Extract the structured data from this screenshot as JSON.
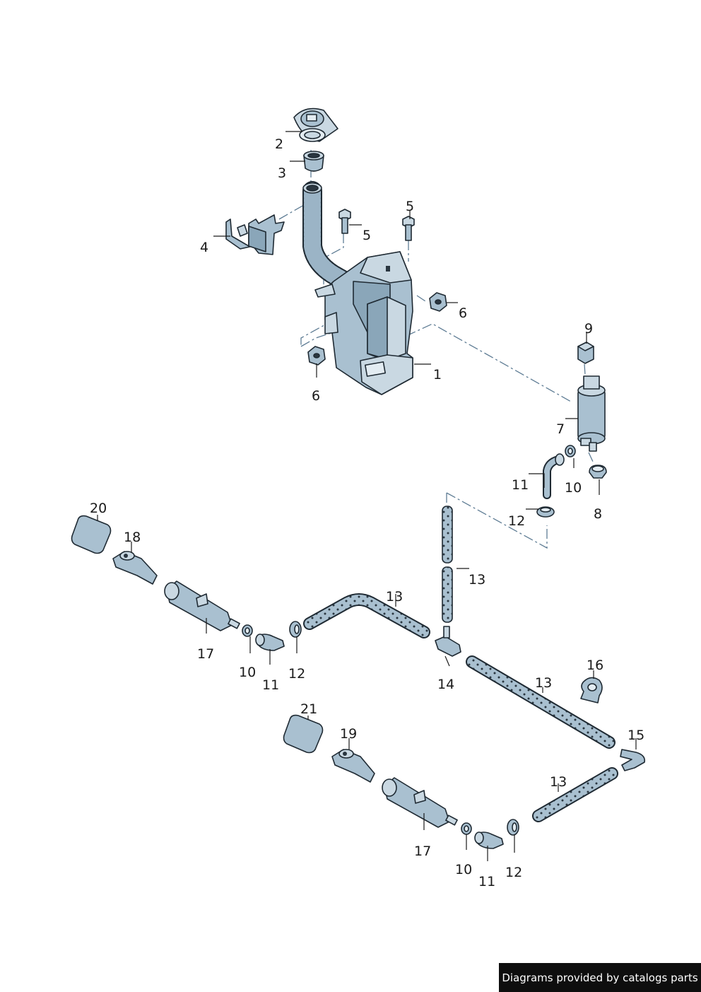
{
  "labels": [
    {
      "id": "1",
      "text": "1"
    },
    {
      "id": "2",
      "text": "2"
    },
    {
      "id": "3",
      "text": "3"
    },
    {
      "id": "4",
      "text": "4"
    },
    {
      "id": "5a",
      "text": "5"
    },
    {
      "id": "5b",
      "text": "5"
    },
    {
      "id": "6a",
      "text": "6"
    },
    {
      "id": "6b",
      "text": "6"
    },
    {
      "id": "7",
      "text": "7"
    },
    {
      "id": "8",
      "text": "8"
    },
    {
      "id": "9",
      "text": "9"
    },
    {
      "id": "10a",
      "text": "10"
    },
    {
      "id": "10b",
      "text": "10"
    },
    {
      "id": "10c",
      "text": "10"
    },
    {
      "id": "11a",
      "text": "11"
    },
    {
      "id": "11b",
      "text": "11"
    },
    {
      "id": "11c",
      "text": "11"
    },
    {
      "id": "12a",
      "text": "12"
    },
    {
      "id": "12b",
      "text": "12"
    },
    {
      "id": "12c",
      "text": "12"
    },
    {
      "id": "13a",
      "text": "13"
    },
    {
      "id": "13b",
      "text": "13"
    },
    {
      "id": "13c",
      "text": "13"
    },
    {
      "id": "13d",
      "text": "13"
    },
    {
      "id": "14",
      "text": "14"
    },
    {
      "id": "15",
      "text": "15"
    },
    {
      "id": "16",
      "text": "16"
    },
    {
      "id": "17a",
      "text": "17"
    },
    {
      "id": "17b",
      "text": "17"
    },
    {
      "id": "18",
      "text": "18"
    },
    {
      "id": "19",
      "text": "19"
    },
    {
      "id": "20",
      "text": "20"
    },
    {
      "id": "21",
      "text": "21"
    }
  ],
  "credit": "Diagrams provided by catalogs parts",
  "colors": {
    "part_fill": "#a9c0d0",
    "part_light": "#c9d8e2",
    "part_dark": "#8aa6b9",
    "outline": "#1f2a33",
    "dash_line": "#5e7c94",
    "credit_bg": "#0e0e0e"
  }
}
